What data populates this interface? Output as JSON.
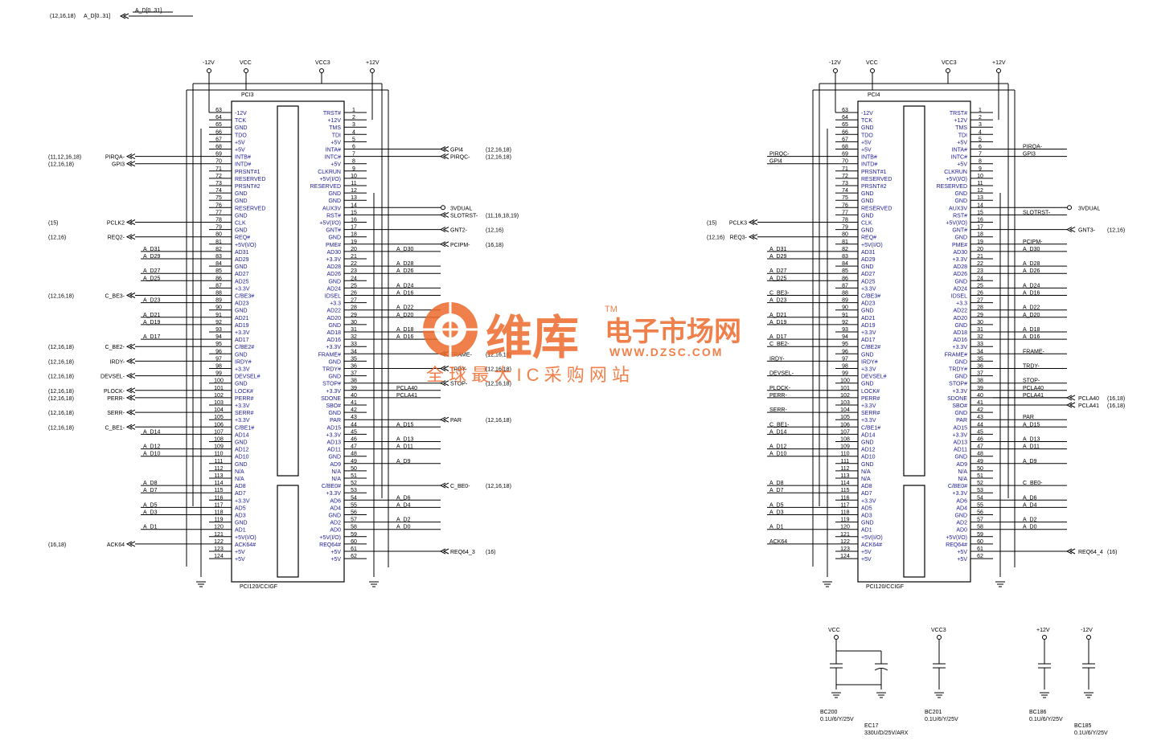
{
  "bus": {
    "refs": "(12,16,18)",
    "name": "A_D[0..31]",
    "label": "A_D[0..31]"
  },
  "connector_left": {
    "ref": "PCI3",
    "part": "PCI120/CCIGF",
    "rails": [
      "-12V",
      "VCC",
      "VCC3",
      "+12V"
    ],
    "ext_left": [
      {
        "refs": "(11,12,16,18)",
        "net": "PIRQA-"
      },
      {
        "refs": "(12,16,18)",
        "net": "GPI3"
      },
      {
        "refs": "(15)",
        "net": "PCLK2"
      },
      {
        "refs": "(12,16)",
        "net": "REQ2-"
      },
      {
        "refs": "(12,16,18)",
        "net": "C_BE3-"
      },
      {
        "refs": "(12,16,18)",
        "net": "C_BE2-"
      },
      {
        "refs": "(12,16,18)",
        "net": "IRDY-"
      },
      {
        "refs": "(12,16,18)",
        "net": "DEVSEL-"
      },
      {
        "refs": "(12,16,18)",
        "net": "PLOCK-"
      },
      {
        "refs": "(12,16,18)",
        "net": "PERR-"
      },
      {
        "refs": "(12,16,18)",
        "net": "SERR-"
      },
      {
        "refs": "(12,16,18)",
        "net": "C_BE1-"
      },
      {
        "refs": "(16,18)",
        "net": "ACK64"
      }
    ],
    "ext_right": [
      {
        "net": "GPI4",
        "refs": "(12,16,18)"
      },
      {
        "net": "PIRQC-",
        "refs": "(12,16,18)"
      },
      {
        "net": "3VDUAL",
        "refs": ""
      },
      {
        "net": "SLOTRST-",
        "refs": "(11,16,18,19)"
      },
      {
        "net": "GNT2-",
        "refs": "(12,16)"
      },
      {
        "net": "PCIPM-",
        "refs": "(16,18)"
      },
      {
        "net": "FRAME-",
        "refs": "(12,16,18)"
      },
      {
        "net": "TRDY-",
        "refs": "(12,16,18)"
      },
      {
        "net": "STOP-",
        "refs": "(12,16,18)"
      },
      {
        "net": "PAR",
        "refs": "(12,16,18)"
      },
      {
        "net": "C_BE0-",
        "refs": "(12,16,18)"
      },
      {
        "net": "REQ64_3",
        "refs": "(16)"
      }
    ]
  },
  "connector_right": {
    "ref": "PCI4",
    "part": "PCI120/CCIGF",
    "rails": [
      "-12V",
      "VCC",
      "VCC3",
      "+12V"
    ],
    "ext_left": [
      {
        "refs": "(15)",
        "net": "PCLK3"
      },
      {
        "refs": "(12,16)",
        "net": "REQ3-"
      }
    ],
    "ext_right": [
      {
        "net": "3VDUAL",
        "refs": ""
      },
      {
        "net": "GNT3-",
        "refs": "(12,16)"
      },
      {
        "net": "PCLA40",
        "refs": "(16,18)"
      },
      {
        "net": "PCLA41",
        "refs": "(16,18)"
      },
      {
        "net": "REQ64_4",
        "refs": "(16)"
      }
    ]
  },
  "pins_left_col": [
    {
      "num": "63",
      "name": "-12V"
    },
    {
      "num": "64",
      "name": "TCK"
    },
    {
      "num": "65",
      "name": "GND"
    },
    {
      "num": "66",
      "name": "TDO"
    },
    {
      "num": "67",
      "name": "+5V"
    },
    {
      "num": "68",
      "name": "+5V"
    },
    {
      "num": "69",
      "name": "INTB#"
    },
    {
      "num": "70",
      "name": "INTD#"
    },
    {
      "num": "71",
      "name": "PRSNT#1"
    },
    {
      "num": "72",
      "name": "RESERVED"
    },
    {
      "num": "73",
      "name": "PRSNT#2"
    },
    {
      "num": "74",
      "name": "GND"
    },
    {
      "num": "75",
      "name": "GND"
    },
    {
      "num": "76",
      "name": "RESERVED"
    },
    {
      "num": "77",
      "name": "GND"
    },
    {
      "num": "78",
      "name": "CLK"
    },
    {
      "num": "79",
      "name": "GND"
    },
    {
      "num": "80",
      "name": "REQ#"
    },
    {
      "num": "81",
      "name": "+5V(I/O)"
    },
    {
      "num": "82",
      "name": "AD31"
    },
    {
      "num": "83",
      "name": "AD29"
    },
    {
      "num": "84",
      "name": "GND"
    },
    {
      "num": "85",
      "name": "AD27"
    },
    {
      "num": "86",
      "name": "AD25"
    },
    {
      "num": "87",
      "name": "+3.3V"
    },
    {
      "num": "88",
      "name": "C/BE3#"
    },
    {
      "num": "89",
      "name": "AD23"
    },
    {
      "num": "90",
      "name": "GND"
    },
    {
      "num": "91",
      "name": "AD21"
    },
    {
      "num": "92",
      "name": "AD19"
    },
    {
      "num": "93",
      "name": "+3.3V"
    },
    {
      "num": "94",
      "name": "AD17"
    },
    {
      "num": "95",
      "name": "C/BE2#"
    },
    {
      "num": "96",
      "name": "GND"
    },
    {
      "num": "97",
      "name": "IRDY#"
    },
    {
      "num": "98",
      "name": "+3.3V"
    },
    {
      "num": "99",
      "name": "DEVSEL#"
    },
    {
      "num": "100",
      "name": "GND"
    },
    {
      "num": "101",
      "name": "LOCK#"
    },
    {
      "num": "102",
      "name": "PERR#"
    },
    {
      "num": "103",
      "name": "+3.3V"
    },
    {
      "num": "104",
      "name": "SERR#"
    },
    {
      "num": "105",
      "name": "+3.3V"
    },
    {
      "num": "106",
      "name": "C/BE1#"
    },
    {
      "num": "107",
      "name": "AD14"
    },
    {
      "num": "108",
      "name": "GND"
    },
    {
      "num": "109",
      "name": "AD12"
    },
    {
      "num": "110",
      "name": "AD10"
    },
    {
      "num": "111",
      "name": "GND"
    },
    {
      "num": "112",
      "name": "N/A"
    },
    {
      "num": "113",
      "name": "N/A"
    },
    {
      "num": "114",
      "name": "AD8"
    },
    {
      "num": "115",
      "name": "AD7"
    },
    {
      "num": "116",
      "name": "+3.3V"
    },
    {
      "num": "117",
      "name": "AD5"
    },
    {
      "num": "118",
      "name": "AD3"
    },
    {
      "num": "119",
      "name": "GND"
    },
    {
      "num": "120",
      "name": "AD1"
    },
    {
      "num": "121",
      "name": "+5V(I/O)"
    },
    {
      "num": "122",
      "name": "ACK64#"
    },
    {
      "num": "123",
      "name": "+5V"
    },
    {
      "num": "124",
      "name": "+5V"
    }
  ],
  "pins_right_col": [
    {
      "num": "1",
      "name": "TRST#"
    },
    {
      "num": "2",
      "name": "+12V"
    },
    {
      "num": "3",
      "name": "TMS"
    },
    {
      "num": "4",
      "name": "TDI"
    },
    {
      "num": "5",
      "name": "+5V"
    },
    {
      "num": "6",
      "name": "INTA#"
    },
    {
      "num": "7",
      "name": "INTC#"
    },
    {
      "num": "8",
      "name": "+5V"
    },
    {
      "num": "9",
      "name": "CLKRUN"
    },
    {
      "num": "10",
      "name": "+5V(I/O)"
    },
    {
      "num": "11",
      "name": "RESERVED"
    },
    {
      "num": "12",
      "name": "GND"
    },
    {
      "num": "13",
      "name": "GND"
    },
    {
      "num": "14",
      "name": "AUX3V"
    },
    {
      "num": "15",
      "name": "RST#"
    },
    {
      "num": "16",
      "name": "+5V(I/O)"
    },
    {
      "num": "17",
      "name": "GNT#"
    },
    {
      "num": "18",
      "name": "GND"
    },
    {
      "num": "19",
      "name": "PME#"
    },
    {
      "num": "20",
      "name": "AD30"
    },
    {
      "num": "21",
      "name": "+3.3V"
    },
    {
      "num": "22",
      "name": "AD28"
    },
    {
      "num": "23",
      "name": "AD26"
    },
    {
      "num": "24",
      "name": "GND"
    },
    {
      "num": "25",
      "name": "AD24"
    },
    {
      "num": "26",
      "name": "IDSEL"
    },
    {
      "num": "27",
      "name": "+3.3"
    },
    {
      "num": "28",
      "name": "AD22"
    },
    {
      "num": "29",
      "name": "AD20"
    },
    {
      "num": "30",
      "name": "GND"
    },
    {
      "num": "31",
      "name": "AD18"
    },
    {
      "num": "32",
      "name": "AD16"
    },
    {
      "num": "33",
      "name": "+3.3V"
    },
    {
      "num": "34",
      "name": "FRAME#"
    },
    {
      "num": "35",
      "name": "GND"
    },
    {
      "num": "36",
      "name": "TRDY#"
    },
    {
      "num": "37",
      "name": "GND"
    },
    {
      "num": "38",
      "name": "STOP#"
    },
    {
      "num": "39",
      "name": "+3.3V"
    },
    {
      "num": "40",
      "name": "SDONE"
    },
    {
      "num": "41",
      "name": "SBO#"
    },
    {
      "num": "42",
      "name": "GND"
    },
    {
      "num": "43",
      "name": "PAR"
    },
    {
      "num": "44",
      "name": "AD15"
    },
    {
      "num": "45",
      "name": "+3.3V"
    },
    {
      "num": "46",
      "name": "AD13"
    },
    {
      "num": "47",
      "name": "AD11"
    },
    {
      "num": "48",
      "name": "GND"
    },
    {
      "num": "49",
      "name": "AD9"
    },
    {
      "num": "50",
      "name": "N/A"
    },
    {
      "num": "51",
      "name": "N/A"
    },
    {
      "num": "52",
      "name": "C/BE0#"
    },
    {
      "num": "53",
      "name": "+3.3V"
    },
    {
      "num": "54",
      "name": "AD6"
    },
    {
      "num": "55",
      "name": "AD4"
    },
    {
      "num": "56",
      "name": "GND"
    },
    {
      "num": "57",
      "name": "AD2"
    },
    {
      "num": "58",
      "name": "AD0"
    },
    {
      "num": "59",
      "name": "+5V(I/O)"
    },
    {
      "num": "60",
      "name": "REQ64#"
    },
    {
      "num": "61",
      "name": "+5V"
    },
    {
      "num": "62",
      "name": "+5V"
    }
  ],
  "ad_left_nets": [
    {
      "row": 19,
      "net": "A_D31"
    },
    {
      "row": 20,
      "net": "A_D29"
    },
    {
      "row": 22,
      "net": "A_D27"
    },
    {
      "row": 23,
      "net": "A_D25"
    },
    {
      "row": 26,
      "net": "A_D23"
    },
    {
      "row": 28,
      "net": "A_D21"
    },
    {
      "row": 29,
      "net": "A_D19"
    },
    {
      "row": 31,
      "net": "A_D17"
    },
    {
      "row": 44,
      "net": "A_D14"
    },
    {
      "row": 46,
      "net": "A_D12"
    },
    {
      "row": 47,
      "net": "A_D10"
    },
    {
      "row": 51,
      "net": "A_D8"
    },
    {
      "row": 52,
      "net": "A_D7"
    },
    {
      "row": 54,
      "net": "A_D5"
    },
    {
      "row": 55,
      "net": "A_D3"
    },
    {
      "row": 57,
      "net": "A_D1"
    }
  ],
  "ad_right_nets": [
    {
      "row": 19,
      "net": "A_D30"
    },
    {
      "row": 21,
      "net": "A_D28"
    },
    {
      "row": 22,
      "net": "A_D26"
    },
    {
      "row": 24,
      "net": "A_D24"
    },
    {
      "row": 25,
      "net": "A_D16"
    },
    {
      "row": 27,
      "net": "A_D22"
    },
    {
      "row": 28,
      "net": "A_D20"
    },
    {
      "row": 30,
      "net": "A_D18"
    },
    {
      "row": 31,
      "net": "A_D16"
    },
    {
      "row": 38,
      "net": "PCLA40"
    },
    {
      "row": 39,
      "net": "PCLA41"
    },
    {
      "row": 43,
      "net": "A_D15"
    },
    {
      "row": 45,
      "net": "A_D13"
    },
    {
      "row": 46,
      "net": "A_D11"
    },
    {
      "row": 48,
      "net": "A_D9"
    },
    {
      "row": 53,
      "net": "A_D6"
    },
    {
      "row": 54,
      "net": "A_D4"
    },
    {
      "row": 56,
      "net": "A_D2"
    },
    {
      "row": 57,
      "net": "A_D0"
    }
  ],
  "right_side_labels": [
    {
      "row": 5,
      "net": "PIRQA-"
    },
    {
      "row": 6,
      "net": "GPI3"
    },
    {
      "row": 14,
      "net": "SLOTRST-"
    },
    {
      "row": 18,
      "net": "PCIPM-"
    },
    {
      "row": 33,
      "net": "FRAME-"
    },
    {
      "row": 35,
      "net": "TRDY-"
    },
    {
      "row": 37,
      "net": "STOP-"
    },
    {
      "row": 42,
      "net": "PAR"
    },
    {
      "row": 51,
      "net": "C_BE0-"
    }
  ],
  "left2_side_labels": [
    {
      "row": 6,
      "net": "PIRQC-"
    },
    {
      "row": 7,
      "net": "GPI4"
    },
    {
      "row": 25,
      "net": "C_BE3-"
    },
    {
      "row": 32,
      "net": "C_BE2-"
    },
    {
      "row": 34,
      "net": "IRDY-"
    },
    {
      "row": 36,
      "net": "DEVSEL-"
    },
    {
      "row": 38,
      "net": "PLOCK-"
    },
    {
      "row": 39,
      "net": "PERR-"
    },
    {
      "row": 41,
      "net": "SERR-"
    },
    {
      "row": 43,
      "net": "C_BE1-"
    },
    {
      "row": 59,
      "net": "ACK64"
    }
  ],
  "caps": [
    {
      "rail": "VCC",
      "ref": "BC200",
      "value": "0.1U/6/Y/25V"
    },
    {
      "rail": "",
      "ref": "EC17",
      "value": "330U/D/25V/ARX"
    },
    {
      "rail": "VCC3",
      "ref": "BC201",
      "value": "0.1U/6/Y/25V"
    },
    {
      "rail": "+12V",
      "ref": "BC186",
      "value": "0.1U/6/Y/25V"
    },
    {
      "rail": "-12V",
      "ref": "BC185",
      "value": "0.1U/6/Y/25V"
    }
  ],
  "watermark": {
    "brand_cn": "维库",
    "site_cn": "电子市场网",
    "tm": "TM",
    "url": "WWW.DZSC.COM",
    "slogan": "全 球 最 大 I C 采 购 网 站",
    "color": "#ee6b2c"
  }
}
